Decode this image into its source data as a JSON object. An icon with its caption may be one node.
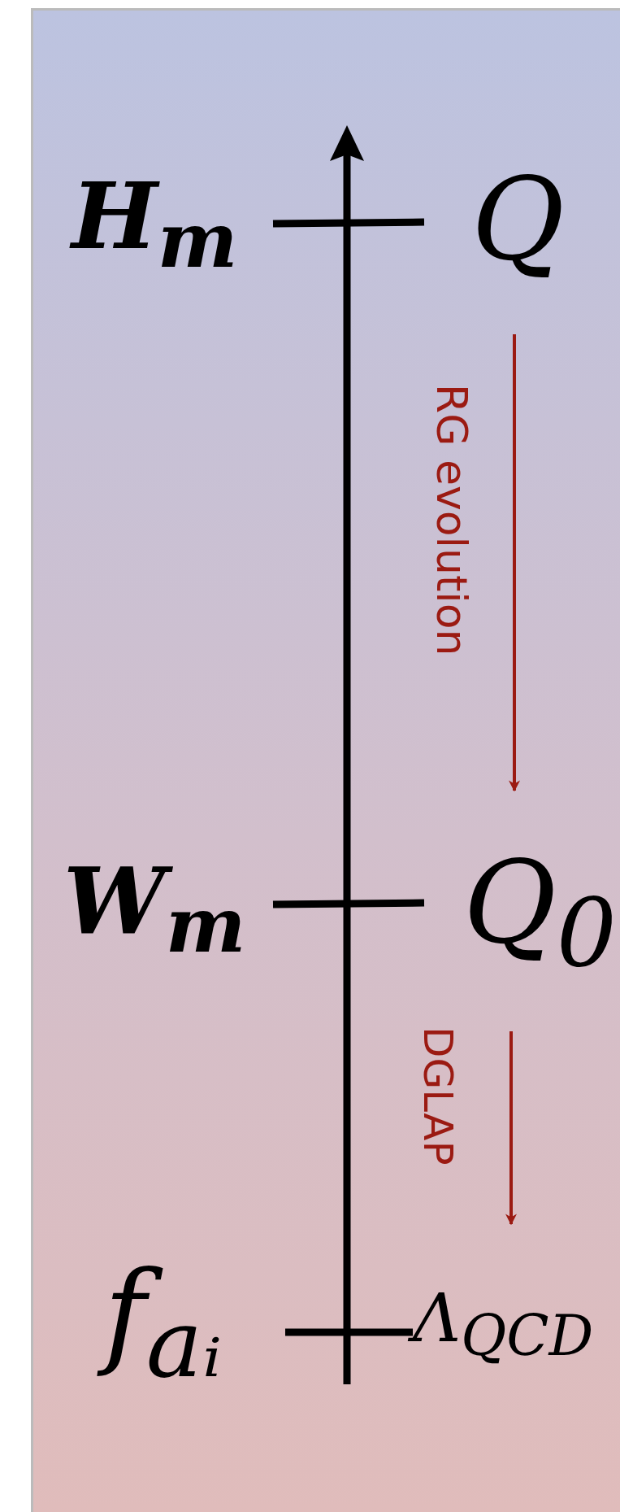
{
  "diagram": {
    "labels": [
      "H$_{m}$",
      "Q",
      "RG evolution",
      "W$_{m}$",
      "Q$_{0}$",
      "DGLAP",
      "f$_{aᵢ}$",
      "Λ$_{QCD}$"
    ]
  }
}
